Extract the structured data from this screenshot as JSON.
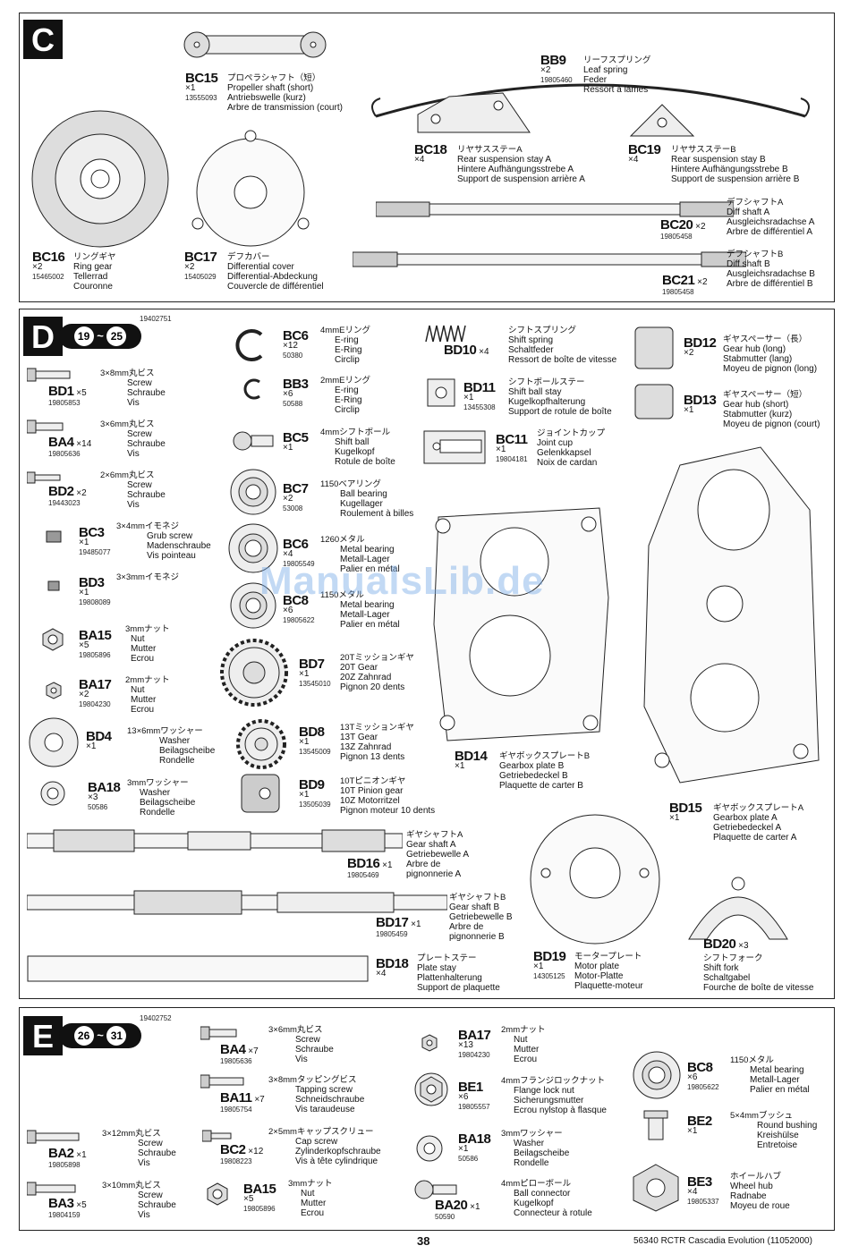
{
  "page_number": "38",
  "footer_text": "56340 RCTR Cascadia Evolution  (11052000)",
  "watermark": "ManualsLib.de",
  "sections": {
    "C": {
      "letter": "C"
    },
    "D": {
      "letter": "D",
      "steps_from": "19",
      "steps_to": "25",
      "code": "19402751"
    },
    "E": {
      "letter": "E",
      "steps_from": "26",
      "steps_to": "31",
      "code": "19402752"
    }
  },
  "c_parts": [
    {
      "code": "BC15",
      "qty": "×1",
      "num": "13555093",
      "lines": [
        "プロペラシャフト（短）",
        "Propeller shaft (short)",
        "Antriebswelle (kurz)",
        "Arbre de transmission (court)"
      ]
    },
    {
      "code": "BB9",
      "qty": "×2",
      "num": "19805460",
      "lines": [
        "リーフスプリング",
        "Leaf spring",
        "Feder",
        "Ressort à lames"
      ]
    },
    {
      "code": "BC18",
      "qty": "×4",
      "num": "",
      "lines": [
        "リヤサスステーA",
        "Rear suspension stay A",
        "Hintere Aufhängungsstrebe A",
        "Support de suspension arrière A"
      ]
    },
    {
      "code": "BC19",
      "qty": "×4",
      "num": "",
      "lines": [
        "リヤサスステーB",
        "Rear suspension stay B",
        "Hintere Aufhängungsstrebe B",
        "Support de suspension arrière B"
      ]
    },
    {
      "code": "BC20",
      "qty": "×2",
      "num": "19805458",
      "lines": [
        "デフシャフトA",
        "Diff shaft A",
        "Ausgleichsradachse A",
        "Arbre de différentiel A"
      ]
    },
    {
      "code": "BC21",
      "qty": "×2",
      "num": "19805458",
      "lines": [
        "デフシャフトB",
        "Diff shaft B",
        "Ausgleichsradachse B",
        "Arbre de différentiel B"
      ]
    },
    {
      "code": "BC16",
      "qty": "×2",
      "num": "15465002",
      "lines": [
        "リングギヤ",
        "Ring gear",
        "Tellerrad",
        "Couronne"
      ]
    },
    {
      "code": "BC17",
      "qty": "×2",
      "num": "15405029",
      "lines": [
        "デフカバー",
        "Differential cover",
        "Differential-Abdeckung",
        "Couvercle de différentiel"
      ]
    }
  ],
  "d_parts": [
    {
      "code": "BD1",
      "qty": "×5",
      "num": "19805853",
      "lines": [
        "3×8mm丸ビス",
        "Screw",
        "Schraube",
        "Vis"
      ]
    },
    {
      "code": "BA4",
      "qty": "×14",
      "num": "19805636",
      "lines": [
        "3×6mm丸ビス",
        "Screw",
        "Schraube",
        "Vis"
      ]
    },
    {
      "code": "BD2",
      "qty": "×2",
      "num": "19443023",
      "lines": [
        "2×6mm丸ビス",
        "Screw",
        "Schraube",
        "Vis"
      ]
    },
    {
      "code": "BC3",
      "qty": "×1",
      "num": "19485077",
      "lines": [
        "3×4mmイモネジ",
        "Grub screw",
        "Madenschraube",
        "Vis pointeau"
      ]
    },
    {
      "code": "BD3",
      "qty": "×1",
      "num": "19808089",
      "lines": [
        "3×3mmイモネジ"
      ]
    },
    {
      "code": "BA15",
      "qty": "×5",
      "num": "19805896",
      "lines": [
        "3mmナット",
        "Nut",
        "Mutter",
        "Ecrou"
      ]
    },
    {
      "code": "BA17",
      "qty": "×2",
      "num": "19804230",
      "lines": [
        "2mmナット",
        "Nut",
        "Mutter",
        "Ecrou"
      ]
    },
    {
      "code": "BD4",
      "qty": "×1",
      "num": "",
      "lines": [
        "13×6mmワッシャー",
        "Washer",
        "Beilagscheibe",
        "Rondelle"
      ]
    },
    {
      "code": "BA18",
      "qty": "×3",
      "num": "50586",
      "lines": [
        "3mmワッシャー",
        "Washer",
        "Beilagscheibe",
        "Rondelle"
      ]
    },
    {
      "code": "BC6",
      "qty": "×12",
      "num": "50380",
      "lines": [
        "4mmEリング",
        "E-ring",
        "E-Ring",
        "Circlip"
      ]
    },
    {
      "code": "BB3",
      "qty": "×6",
      "num": "50588",
      "lines": [
        "2mmEリング",
        "E-ring",
        "E-Ring",
        "Circlip"
      ]
    },
    {
      "code": "BC5",
      "qty": "×1",
      "num": "",
      "lines": [
        "4mmシフトボール",
        "Shift ball",
        "Kugelkopf",
        "Rotule de boîte"
      ]
    },
    {
      "code": "BC7",
      "qty": "×2",
      "num": "53008",
      "lines": [
        "1150ベアリング",
        "Ball bearing",
        "Kugellager",
        "Roulement à billes"
      ]
    },
    {
      "code": "BC6",
      "qty": "×4",
      "num": "19805549",
      "lines": [
        "1260メタル",
        "Metal bearing",
        "Metall-Lager",
        "Palier en métal"
      ]
    },
    {
      "code": "BC8",
      "qty": "×6",
      "num": "19805622",
      "lines": [
        "1150メタル",
        "Metal bearing",
        "Metall-Lager",
        "Palier en métal"
      ]
    },
    {
      "code": "BD7",
      "qty": "×1",
      "num": "13545010",
      "lines": [
        "20Tミッションギヤ",
        "20T Gear",
        "20Z Zahnrad",
        "Pignon 20 dents"
      ]
    },
    {
      "code": "BD8",
      "qty": "×1",
      "num": "13545009",
      "lines": [
        "13Tミッションギヤ",
        "13T Gear",
        "13Z Zahnrad",
        "Pignon 13 dents"
      ]
    },
    {
      "code": "BD9",
      "qty": "×1",
      "num": "13505039",
      "lines": [
        "10Tピニオンギヤ",
        "10T Pinion gear",
        "10Z Motorritzel",
        "Pignon moteur 10 dents"
      ]
    },
    {
      "code": "BD10",
      "qty": "×4",
      "num": "",
      "lines": [
        "シフトスプリング",
        "Shift spring",
        "Schaltfeder",
        "Ressort de boîte de vitesse"
      ]
    },
    {
      "code": "BD11",
      "qty": "×1",
      "num": "13455308",
      "lines": [
        "シフトボールステー",
        "Shift ball stay",
        "Kugelkopfhalterung",
        "Support de rotule de boîte"
      ]
    },
    {
      "code": "BC11",
      "qty": "×1",
      "num": "19804181",
      "lines": [
        "ジョイントカップ",
        "Joint cup",
        "Gelenkkapsel",
        "Noix de cardan"
      ]
    },
    {
      "code": "BD12",
      "qty": "×2",
      "num": "",
      "lines": [
        "ギヤスペーサー（長）",
        "Gear hub (long)",
        "Stabmutter (lang)",
        "Moyeu de pignon (long)"
      ]
    },
    {
      "code": "BD13",
      "qty": "×1",
      "num": "",
      "lines": [
        "ギヤスペーサー（短）",
        "Gear hub (short)",
        "Stabmutter (kurz)",
        "Moyeu de pignon (court)"
      ]
    },
    {
      "code": "BD14",
      "qty": "×1",
      "num": "",
      "lines": [
        "ギヤボックスプレートB",
        "Gearbox plate B",
        "Getriebedeckel B",
        "Plaquette de carter B"
      ]
    },
    {
      "code": "BD15",
      "qty": "×1",
      "num": "",
      "lines": [
        "ギヤボックスプレートA",
        "Gearbox plate A",
        "Getriebedeckel A",
        "Plaquette de carter A"
      ]
    },
    {
      "code": "BD16",
      "qty": "×1",
      "num": "19805469",
      "lines": [
        "ギヤシャフトA",
        "Gear shaft A",
        "Getriebewelle A",
        "Arbre de",
        "pignonnerie A"
      ]
    },
    {
      "code": "BD17",
      "qty": "×1",
      "num": "19805459",
      "lines": [
        "ギヤシャフトB",
        "Gear shaft B",
        "Getriebewelle B",
        "Arbre de",
        "pignonnerie B"
      ]
    },
    {
      "code": "BD18",
      "qty": "×4",
      "num": "",
      "lines": [
        "プレートステー",
        "Plate stay",
        "Plattenhalterung",
        "Support de plaquette"
      ]
    },
    {
      "code": "BD19",
      "qty": "×1",
      "num": "14305125",
      "lines": [
        "モータープレート",
        "Motor plate",
        "Motor-Platte",
        "Plaquette-moteur"
      ]
    },
    {
      "code": "BD20",
      "qty": "×3",
      "num": "",
      "lines": [
        "シフトフォーク",
        "Shift fork",
        "Schaltgabel",
        "Fourche de boîte de vitesse"
      ]
    }
  ],
  "e_parts": [
    {
      "code": "BA4",
      "qty": "×7",
      "num": "19805636",
      "lines": [
        "3×6mm丸ビス",
        "Screw",
        "Schraube",
        "Vis"
      ]
    },
    {
      "code": "BA11",
      "qty": "×7",
      "num": "19805754",
      "lines": [
        "3×8mmタッピングビス",
        "Tapping screw",
        "Schneidschraube",
        "Vis taraudeuse"
      ]
    },
    {
      "code": "BC2",
      "qty": "×12",
      "num": "19808223",
      "lines": [
        "2×5mmキャップスクリュー",
        "Cap screw",
        "Zylinderkopfschraube",
        "Vis à tête cylindrique"
      ]
    },
    {
      "code": "BA15",
      "qty": "×5",
      "num": "19805896",
      "lines": [
        "3mmナット",
        "Nut",
        "Mutter",
        "Ecrou"
      ]
    },
    {
      "code": "BA2",
      "qty": "×1",
      "num": "19805898",
      "lines": [
        "3×12mm丸ビス",
        "Screw",
        "Schraube",
        "Vis"
      ]
    },
    {
      "code": "BA3",
      "qty": "×5",
      "num": "19804159",
      "lines": [
        "3×10mm丸ビス",
        "Screw",
        "Schraube",
        "Vis"
      ]
    },
    {
      "code": "BA17",
      "qty": "×13",
      "num": "19804230",
      "lines": [
        "2mmナット",
        "Nut",
        "Mutter",
        "Ecrou"
      ]
    },
    {
      "code": "BE1",
      "qty": "×6",
      "num": "19805557",
      "lines": [
        "4mmフランジロックナット",
        "Flange lock nut",
        "Sicherungsmutter",
        "Ecrou nylstop à flasque"
      ]
    },
    {
      "code": "BA18",
      "qty": "×1",
      "num": "50586",
      "lines": [
        "3mmワッシャー",
        "Washer",
        "Beilagscheibe",
        "Rondelle"
      ]
    },
    {
      "code": "BA20",
      "qty": "×1",
      "num": "50590",
      "lines": [
        "4mmピローボール",
        "Ball connector",
        "Kugelkopf",
        "Connecteur à rotule"
      ]
    },
    {
      "code": "BC8",
      "qty": "×6",
      "num": "19805622",
      "lines": [
        "1150メタル",
        "Metal bearing",
        "Metall-Lager",
        "Palier en métal"
      ]
    },
    {
      "code": "BE2",
      "qty": "×1",
      "num": "",
      "lines": [
        "5×4mmブッシュ",
        "Round bushing",
        "Kreishülse",
        "Entretoise"
      ]
    },
    {
      "code": "BE3",
      "qty": "×4",
      "num": "19805337",
      "lines": [
        "ホイールハブ",
        "Wheel hub",
        "Radnabe",
        "Moyeu de roue"
      ]
    }
  ]
}
